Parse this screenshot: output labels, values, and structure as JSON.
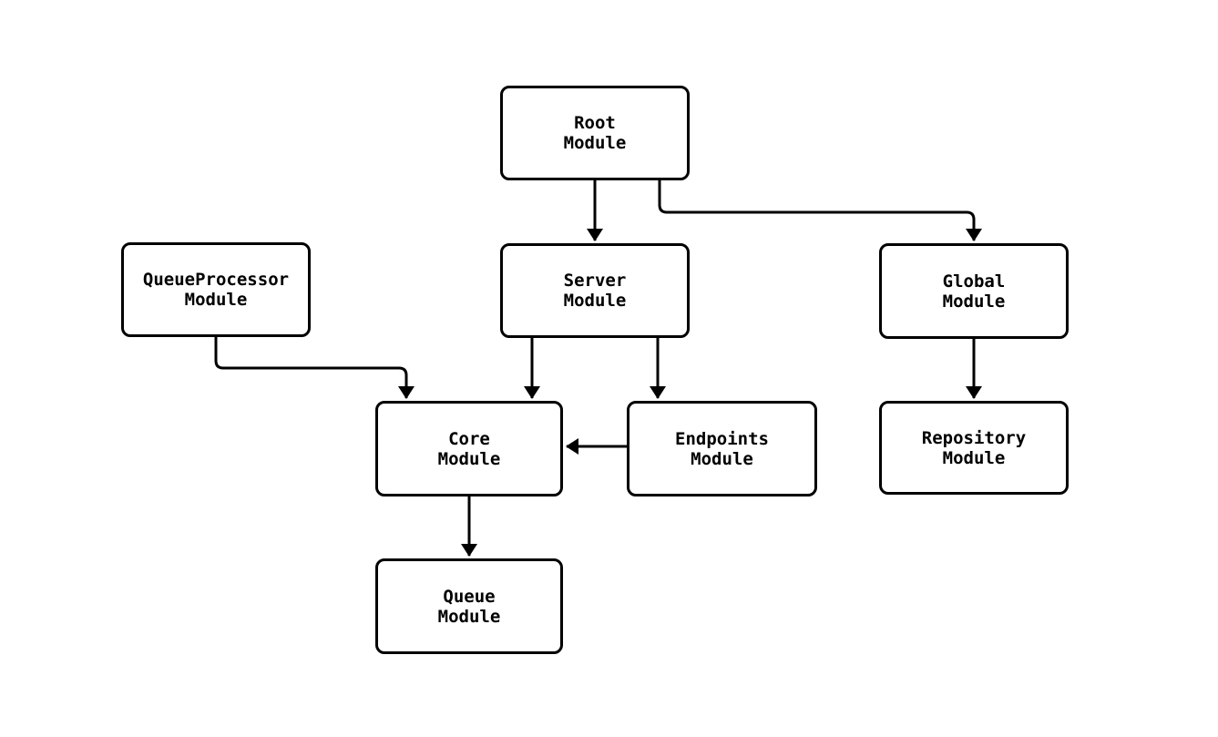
{
  "diagram": {
    "type": "module-dependency-flowchart",
    "colors": {
      "background": "#ffffff",
      "node_fill": "#ffffff",
      "node_border": "#000000",
      "edge": "#000000",
      "text": "#000000"
    },
    "nodes": {
      "root": {
        "label": "Root\nModule"
      },
      "server": {
        "label": "Server\nModule"
      },
      "queue_processor": {
        "label": "QueueProcessor\nModule"
      },
      "global": {
        "label": "Global\nModule"
      },
      "core": {
        "label": "Core\nModule"
      },
      "endpoints": {
        "label": "Endpoints\nModule"
      },
      "repository": {
        "label": "Repository\nModule"
      },
      "queue": {
        "label": "Queue\nModule"
      }
    },
    "edges": [
      {
        "from": "Root Module",
        "to": "Server Module"
      },
      {
        "from": "Root Module",
        "to": "Global Module"
      },
      {
        "from": "QueueProcessor Module",
        "to": "Core Module"
      },
      {
        "from": "Server Module",
        "to": "Core Module"
      },
      {
        "from": "Server Module",
        "to": "Endpoints Module"
      },
      {
        "from": "Endpoints Module",
        "to": "Core Module"
      },
      {
        "from": "Global Module",
        "to": "Repository Module"
      },
      {
        "from": "Core Module",
        "to": "Queue Module"
      }
    ]
  }
}
